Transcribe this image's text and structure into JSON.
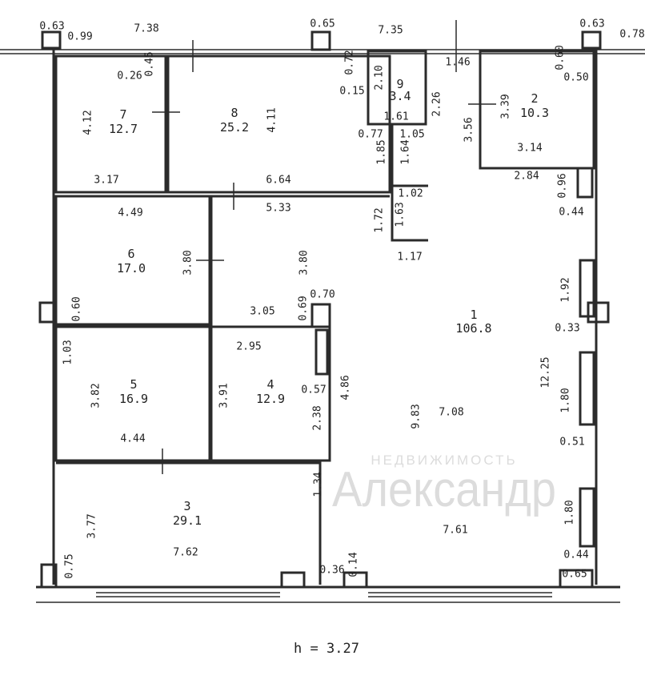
{
  "plan": {
    "ceiling_height": "h = 3.27",
    "watermark": {
      "title": "Александр",
      "subtitle": "НЕДВИЖИМОСТЬ"
    },
    "rooms": [
      {
        "number": "1",
        "area": "106.8"
      },
      {
        "number": "2",
        "area": "10.3"
      },
      {
        "number": "3",
        "area": "29.1"
      },
      {
        "number": "4",
        "area": "12.9"
      },
      {
        "number": "5",
        "area": "16.9"
      },
      {
        "number": "6",
        "area": "17.0"
      },
      {
        "number": "7",
        "area": "12.7"
      },
      {
        "number": "8",
        "area": "25.2"
      },
      {
        "number": "9",
        "area": "3.4"
      }
    ],
    "dimensions": [
      "0.63",
      "0.99",
      "7.38",
      "0.65",
      "7.35",
      "0.63",
      "0.78",
      "0.26",
      "0.45",
      "0.72",
      "0.15",
      "2.10",
      "2.26",
      "1.46",
      "0.60",
      "0.50",
      "3.39",
      "3.56",
      "1.61",
      "0.77",
      "1.05",
      "1.85",
      "1.64",
      "3.14",
      "2.84",
      "0.96",
      "0.44",
      "1.02",
      "1.72",
      "1.63",
      "1.17",
      "4.12",
      "4.11",
      "3.17",
      "6.64",
      "4.49",
      "5.33",
      "3.80",
      "3.80",
      "0.60",
      "0.70",
      "0.69",
      "3.05",
      "2.95",
      "1.92",
      "0.33",
      "12.25",
      "1.03",
      "3.82",
      "3.91",
      "0.57",
      "4.86",
      "9.83",
      "7.08",
      "2.38",
      "1.80",
      "0.51",
      "4.44",
      "1.34",
      "3.77",
      "7.61",
      "1.80",
      "7.62",
      "0.44",
      "0.75",
      "0.36",
      "0.14",
      "0.65"
    ]
  }
}
